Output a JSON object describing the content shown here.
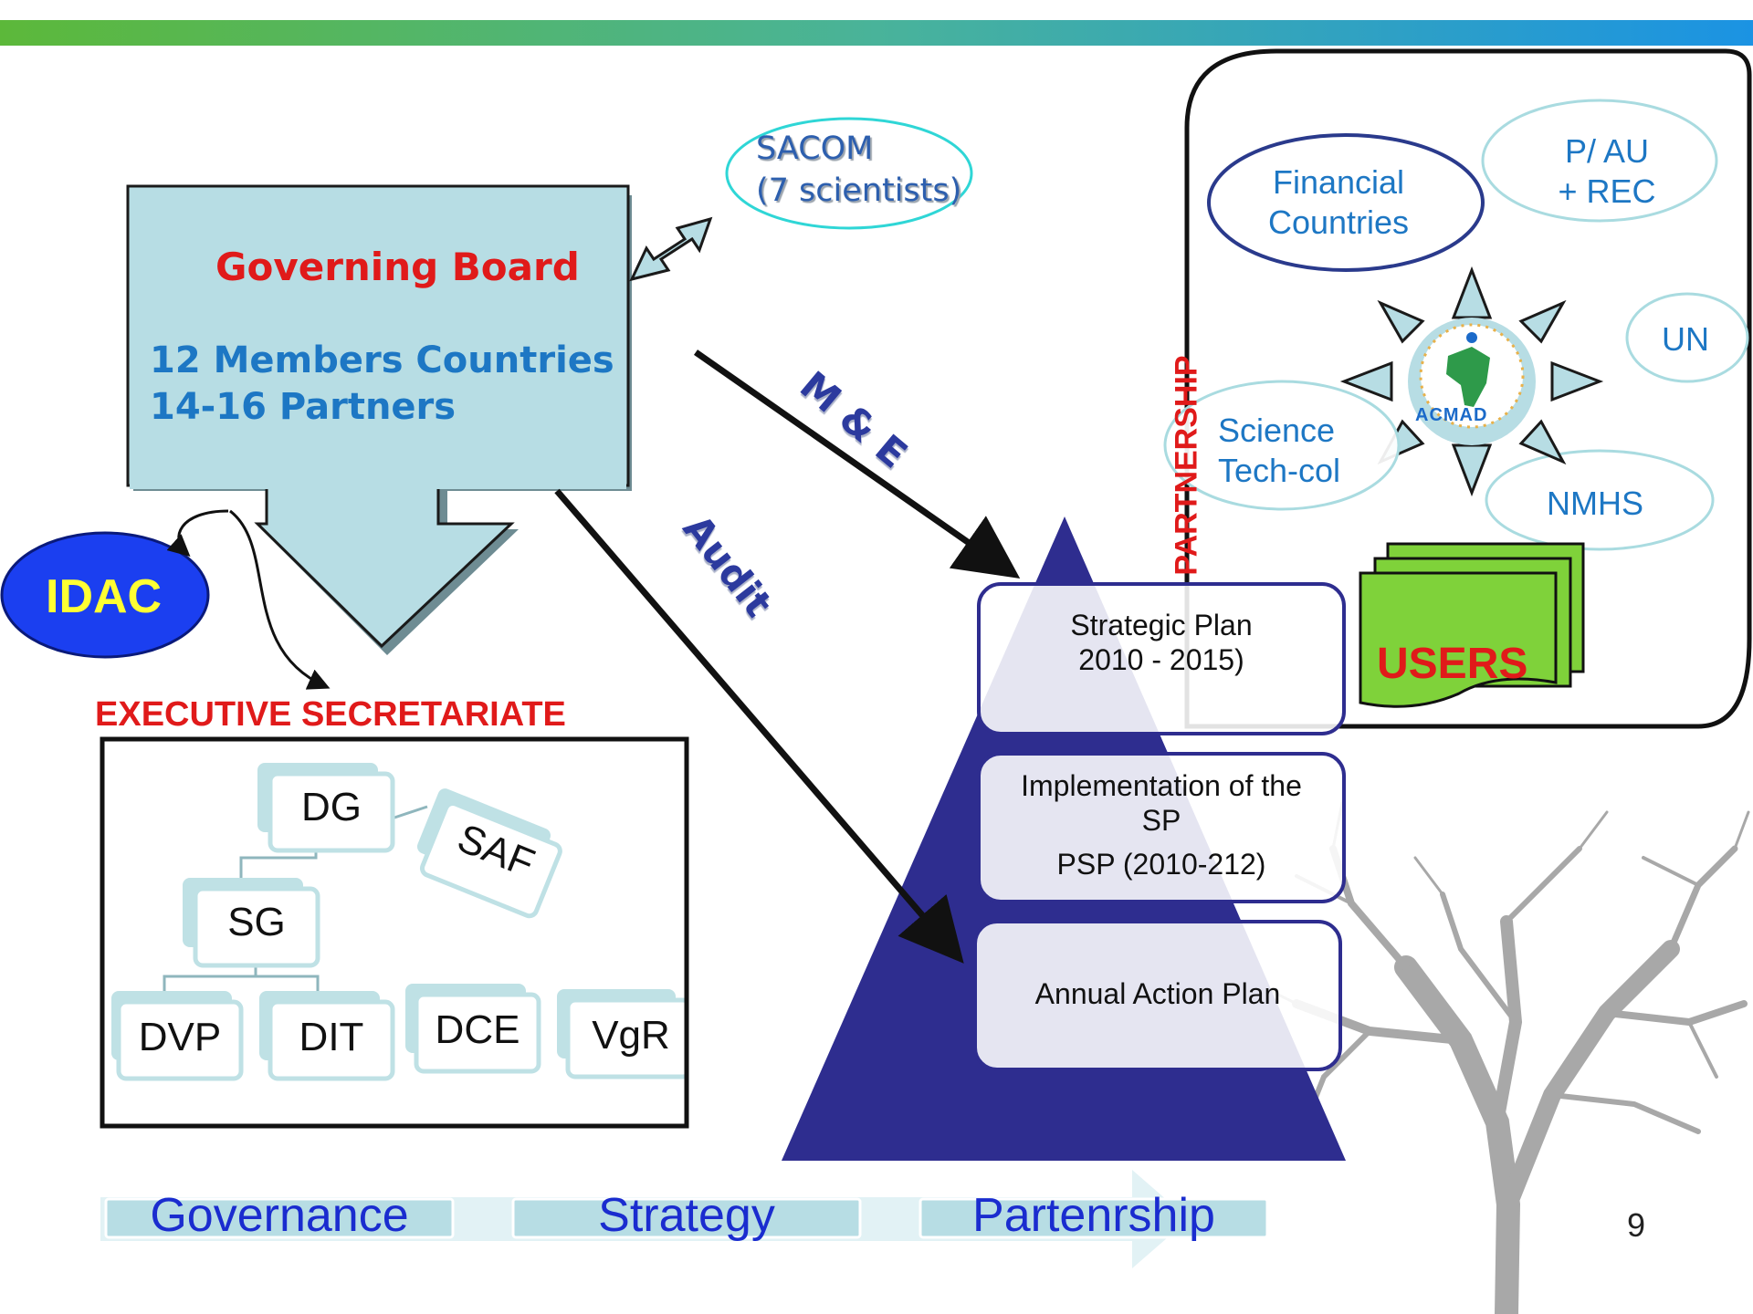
{
  "governing_board": {
    "title": "Governing Board",
    "line1": "12 Members Countries",
    "line2": "14-16 Partners"
  },
  "sacom": {
    "line1": "SACOM",
    "line2": "(7 scientists)"
  },
  "idac": "IDAC",
  "executive": {
    "title": "EXECUTIVE SECRETARIATE",
    "units": [
      "DG",
      "SAF",
      "SG",
      "DVP",
      "DIT",
      "DCE",
      "VgR"
    ]
  },
  "arrows": {
    "me": "M & E",
    "audit": "Audit"
  },
  "pyramid": {
    "level1": {
      "line1": "Strategic Plan",
      "line2": "2010 - 2015)"
    },
    "level2": {
      "line1": "Implementation of the",
      "line2": "SP",
      "line3": "PSP (2010-212)"
    },
    "level3": {
      "line1": "Annual Action Plan"
    }
  },
  "partnership": {
    "label": "PARTNERSHIP",
    "financial": {
      "line1": "Financial",
      "line2": "Countries"
    },
    "pau": {
      "line1": "P/ AU",
      "line2": "+ REC"
    },
    "un": "UN",
    "science": {
      "line1": "Science",
      "line2": "Tech-col"
    },
    "nmhs": "NMHS",
    "logo_text": "ACMAD",
    "users": "USERS"
  },
  "bottom_flow": [
    "Governance",
    "Strategy",
    "Partenrship"
  ],
  "page_number": "9",
  "colors": {
    "box_fill": "#b7dde4",
    "pyramid": "#2e2d8f",
    "title_red": "#e01a1a",
    "text_blue": "#1d77c4",
    "idac_fill": "#1b3ff0",
    "users_green": "#7fd23a"
  }
}
